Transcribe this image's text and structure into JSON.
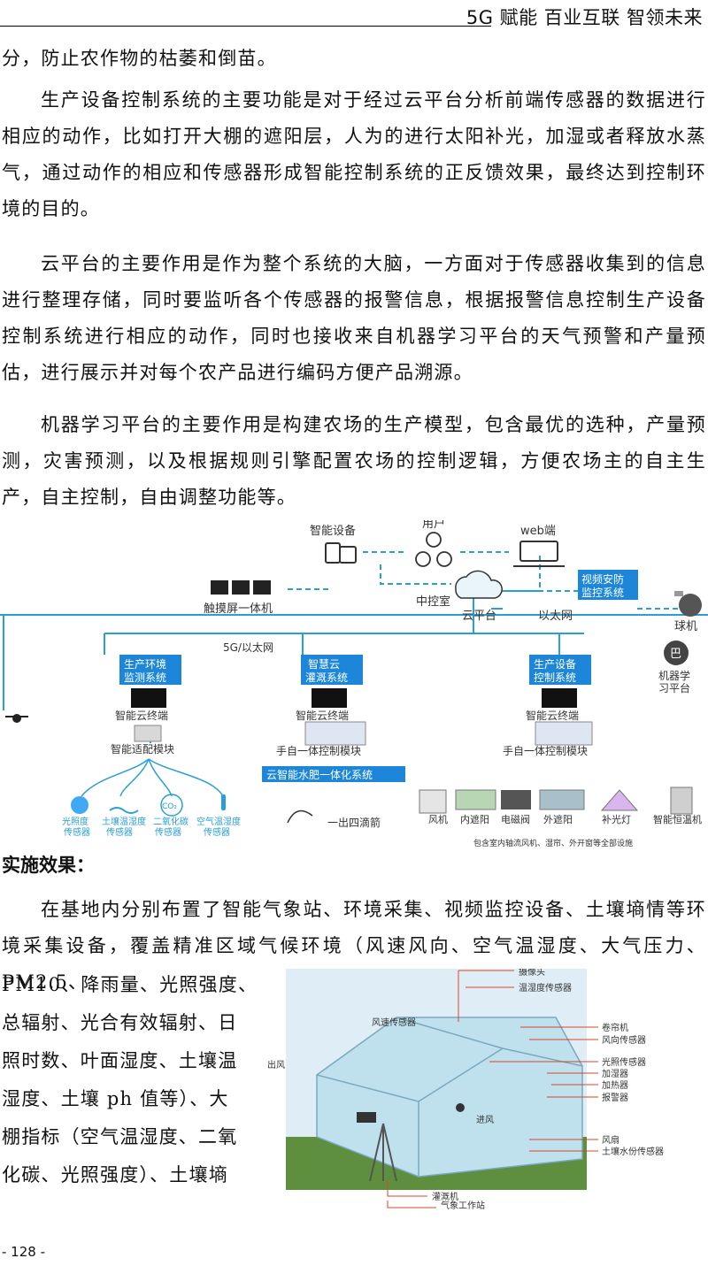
{
  "header": {
    "title": "5G 赋能 百业互联 智领未来"
  },
  "paragraphs": [
    "分，防止农作物的枯萎和倒苗。",
    "生产设备控制系统的主要功能是对于经过云平台分析前端传感器的数据进行相应的动作，比如打开大棚的遮阳层，人为的进行太阳补光，加湿或者释放水蒸气，通过动作的相应和传感器形成智能控制系统的正反馈效果，最终达到控制环境的目的。",
    "云平台的主要作用是作为整个系统的大脑，一方面对于传感器收集到的信息进行整理存储，同时要监听各个传感器的报警信息，根据报警信息控制生产设备控制系统进行相应的动作，同时也接收来自机器学习平台的天气预警和产量预估，进行展示并对每个农产品进行编码方便产品溯源。",
    "机器学习平台的主要作用是构建农场的生产模型，包含最优的选种，产量预测，灾害预测，以及根据规则引擎配置农场的控制逻辑，方便农场主的自主生产，自主控制，自由调整功能等。"
  ],
  "diagram": {
    "smart_device": "智能设备",
    "user": "用户",
    "web": "web端",
    "touchscreen": "触摸屏一体机",
    "control_room": "中控室",
    "cloud_platform": "云平台",
    "video_security": [
      "视频安防",
      "监控系统"
    ],
    "ethernet": "以太网",
    "dome_camera": "球机",
    "network": "5G/以太网",
    "ml_platform": [
      "机器学",
      "习平台"
    ],
    "env_monitor": [
      "生产环境",
      "监测系统"
    ],
    "irrigation": [
      "智慧云",
      "灌溉系统"
    ],
    "device_control": [
      "生产设备",
      "控制系统"
    ],
    "cloud_terminal": "智能云终端",
    "adapter": "智能适配模块",
    "control_module": "手自一体控制模块",
    "water_fert": "云智能水肥一体化系统",
    "dripper": "一出四滴箭",
    "sensors": [
      [
        "光照度",
        "传感器"
      ],
      [
        "土壤温湿度",
        "传感器"
      ],
      [
        "二氧化碳",
        "传感器"
      ],
      [
        "空气温湿度",
        "传感器"
      ]
    ],
    "co2_symbol": "CO₂",
    "devices": [
      "风机",
      "内遮阳",
      "电磁阀",
      "外遮阳",
      "补光灯",
      "智能恒温机"
    ],
    "device_note": "包含室内轴流风机、湿帘、外开窗等全部设施"
  },
  "effects": {
    "heading": "实施效果：",
    "intro": "在基地内分别布置了智能气象站、环境采集、视频监控设备、土壤墒情等环境采集设备，覆盖精准区域气候环境（风速风向、空气温湿度、大气压力、PM2.5、",
    "wrap_lines": [
      "PM10、降雨量、光照强度、",
      "总辐射、光合有效辐射、日",
      "照时数、叶面湿度、土壤温",
      "湿度、土壤 ph 值等）、大",
      "棚指标（空气温湿度、二氧",
      "化碳、光照强度）、土壤墒"
    ]
  },
  "greenhouse": {
    "labels_right": [
      "摄像头",
      "温湿度传感器",
      "卷帘机",
      "风向传感器",
      "光照传感器",
      "加湿器",
      "加热器",
      "报警器",
      "风扇",
      "土壤水份传感器",
      "灌溉机",
      "气象工作站"
    ],
    "wind_sensor": "风速传感器",
    "air_out": "出风",
    "air_in": "进风"
  },
  "footer": {
    "page": "- 128 -"
  }
}
